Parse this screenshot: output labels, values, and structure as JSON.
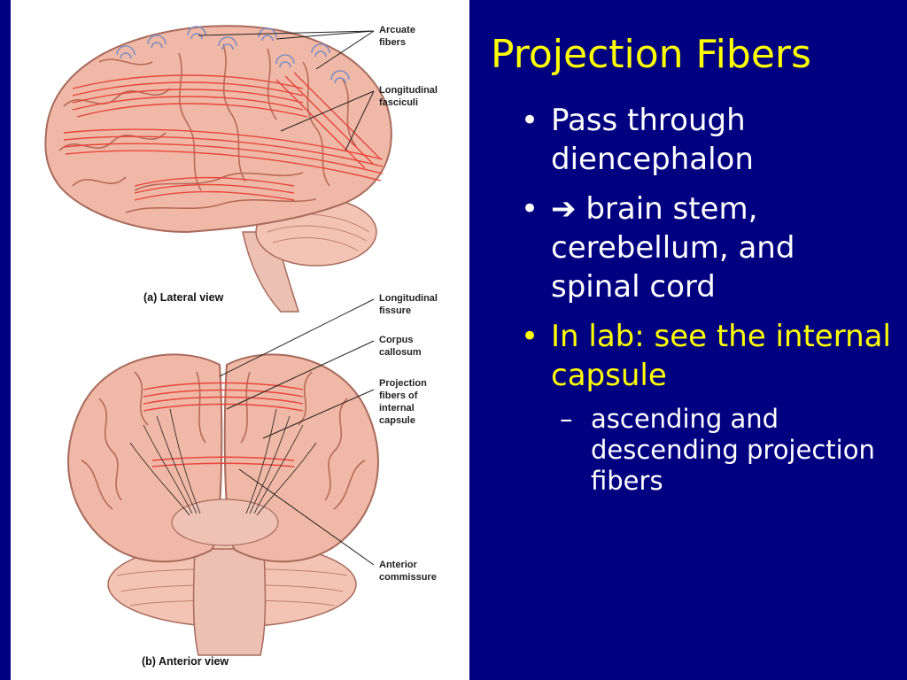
{
  "slide": {
    "title": "Projection Fibers",
    "bullets": [
      {
        "marker": "•",
        "text": "Pass through diencephalon"
      },
      {
        "marker": "•",
        "arrow": "➔",
        "text": "brain stem, cerebellum, and spinal cord"
      },
      {
        "marker": "•",
        "text": "In lab: see the internal capsule",
        "sub": {
          "marker": "–",
          "text": "ascending and descending projection fibers"
        }
      }
    ]
  },
  "figure": {
    "labels": {
      "arcuate_1": "Arcuate",
      "arcuate_2": "fibers",
      "longitudinal_fasciculi_1": "Longitudinal",
      "longitudinal_fasciculi_2": "fasciculi",
      "longitudinal_fissure_1": "Longitudinal",
      "longitudinal_fissure_2": "fissure",
      "corpus_callosum_1": "Corpus",
      "corpus_callosum_2": "callosum",
      "projection_1": "Projection",
      "projection_2": "fibers of",
      "projection_3": "internal",
      "projection_4": "capsule",
      "anterior_commissure_1": "Anterior",
      "anterior_commissure_2": "commissure"
    },
    "captions": {
      "lateral": "(a)  Lateral view",
      "anterior": "(b)  Anterior view"
    },
    "colors": {
      "tissue": "#f0b8a6",
      "gyri_line": "#b86a5a",
      "fibers": "#e8463a",
      "arcuate": "#7f8fc4"
    }
  }
}
